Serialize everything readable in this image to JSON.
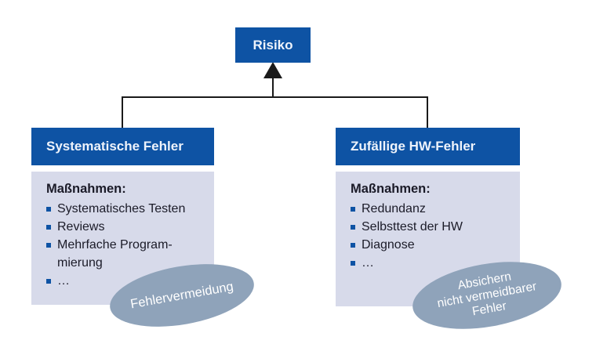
{
  "colors": {
    "accent_blue": "#0e53a4",
    "panel_bg": "#d7daea",
    "ellipse_gray": "#8fa3ba",
    "line_color": "#1a1a1a",
    "text_dark": "#1b1b28",
    "header_text": "#eef3fb"
  },
  "root": {
    "label": "Risiko"
  },
  "branches": [
    {
      "title": "Systematische Fehler",
      "measures_heading": "Maßnahmen:",
      "items": [
        "Systematisches Testen",
        "Reviews",
        "Mehrfache Program-\nmierung",
        "…"
      ],
      "badge": "Fehlervermeidung"
    },
    {
      "title": "Zufällige HW-Fehler",
      "measures_heading": "Maßnahmen:",
      "items": [
        "Redundanz",
        "Selbsttest der HW",
        "Diagnose",
        "…"
      ],
      "badge": "Absichern\nnicht vermeidbarer\nFehler"
    }
  ]
}
